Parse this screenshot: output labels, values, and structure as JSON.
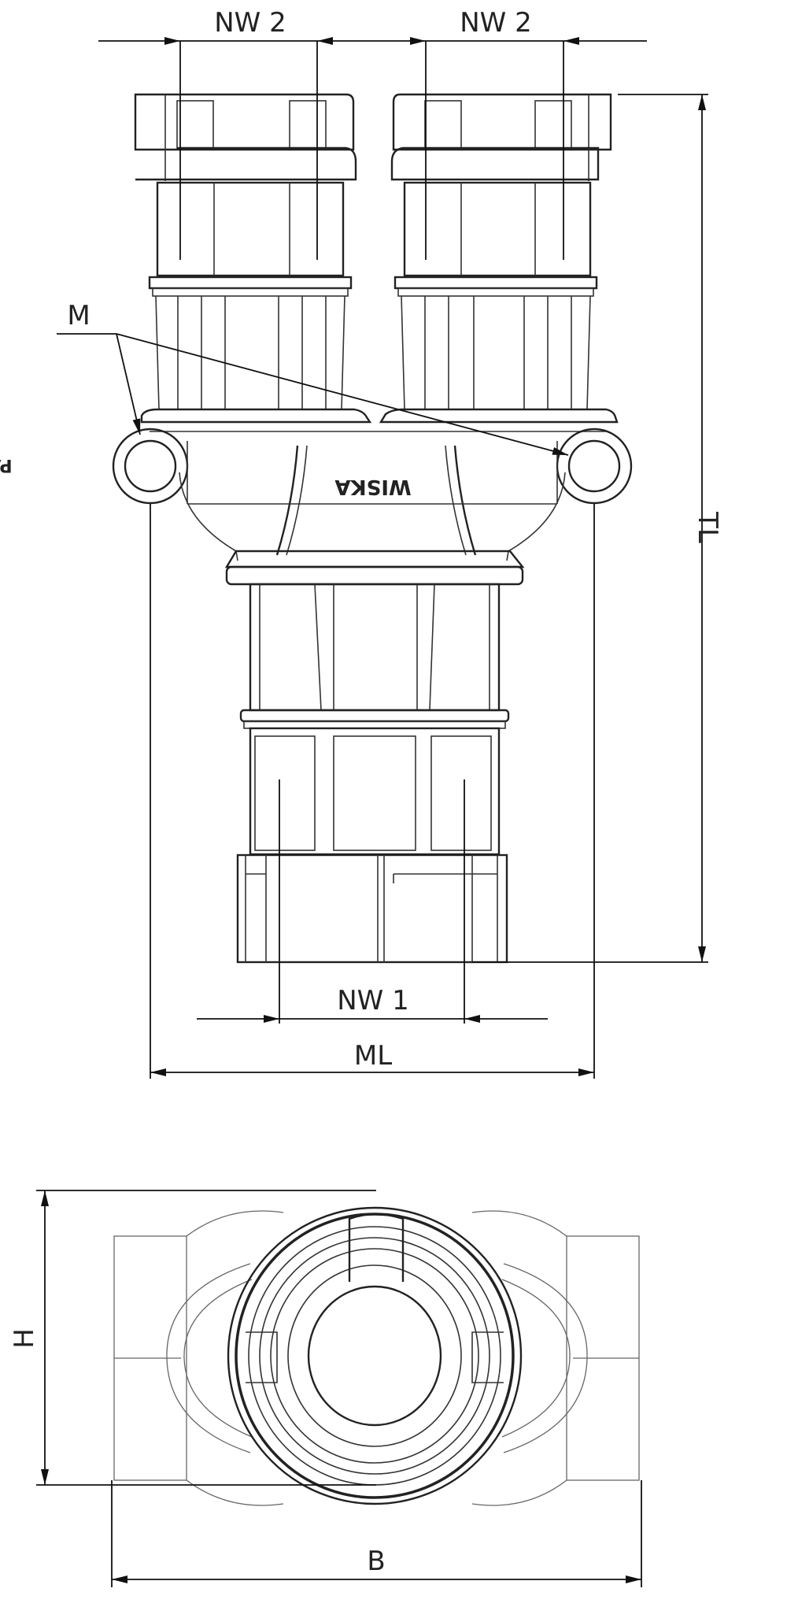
{
  "drawing": {
    "dimensions": {
      "nw2_left": "NW 2",
      "nw2_right": "NW 2",
      "tl": "TL",
      "m": "M",
      "nw1": "NW 1",
      "ml": "ML",
      "h": "H",
      "b": "B"
    },
    "embossing": {
      "line1": "PA",
      "line2": "WISKA"
    },
    "views": [
      "front-view",
      "top-view"
    ]
  }
}
